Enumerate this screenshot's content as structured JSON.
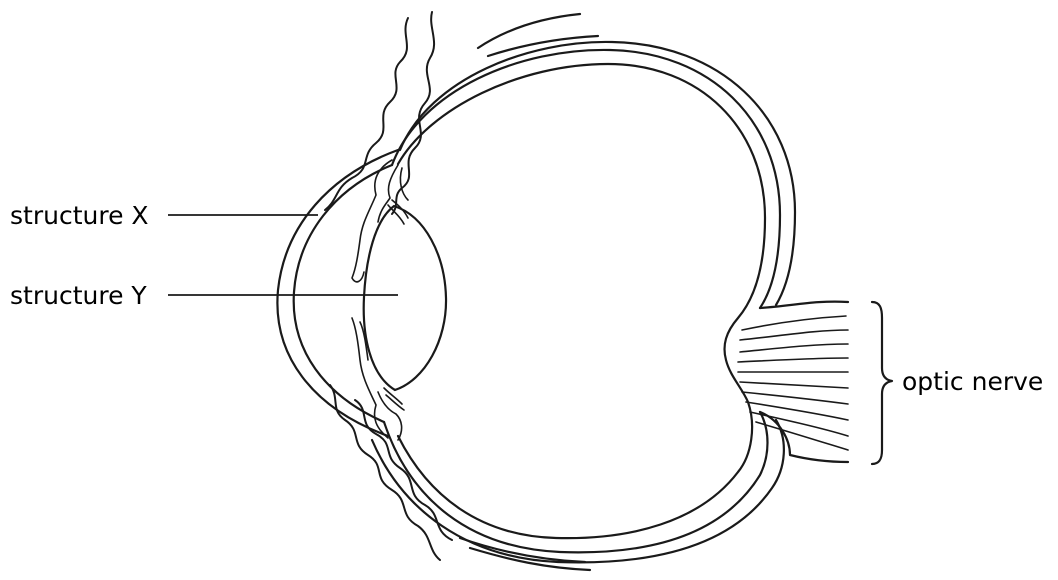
{
  "labels": {
    "structure_x": "structure X",
    "structure_y": "structure Y",
    "optic_nerve": "optic nerve"
  },
  "colors": {
    "line": "#1a1a1a",
    "background": "#ffffff"
  }
}
